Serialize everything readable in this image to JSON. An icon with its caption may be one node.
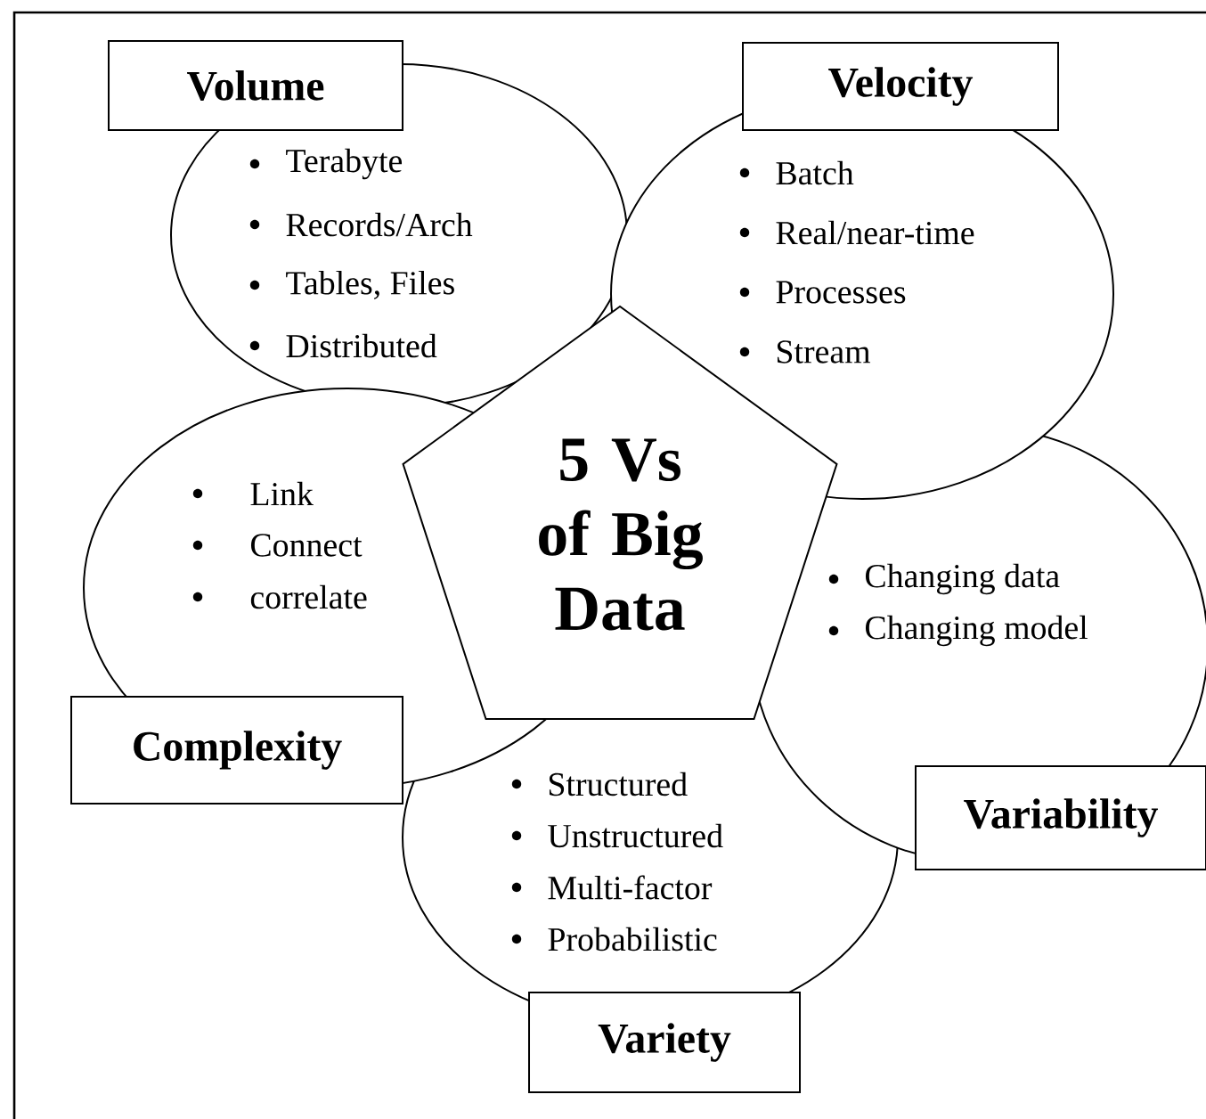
{
  "diagram": {
    "nodes": [
      {
        "text": [
          "Volume"
        ]
      },
      {
        "text": [
          "Terabyte",
          "Records/Arch",
          "Tables, Files",
          "Distributed"
        ]
      },
      {
        "text": [
          "Velocity"
        ]
      },
      {
        "text": [
          "Batch",
          "Real/near-time",
          "Processes",
          "Stream"
        ]
      },
      {
        "text": [
          "Link",
          "Connect",
          "correlate"
        ]
      },
      {
        "text": [
          "5 Vs of Big Data"
        ]
      },
      {
        "text": [
          "Changing data",
          "Changing model"
        ]
      },
      {
        "text": [
          "Complexity"
        ]
      },
      {
        "text": [
          "Structured",
          "Unstructured",
          "Multi-factor",
          "Probabilistic"
        ]
      },
      {
        "text": [
          "Variability"
        ]
      },
      {
        "text": [
          "Variety"
        ]
      }
    ]
  }
}
